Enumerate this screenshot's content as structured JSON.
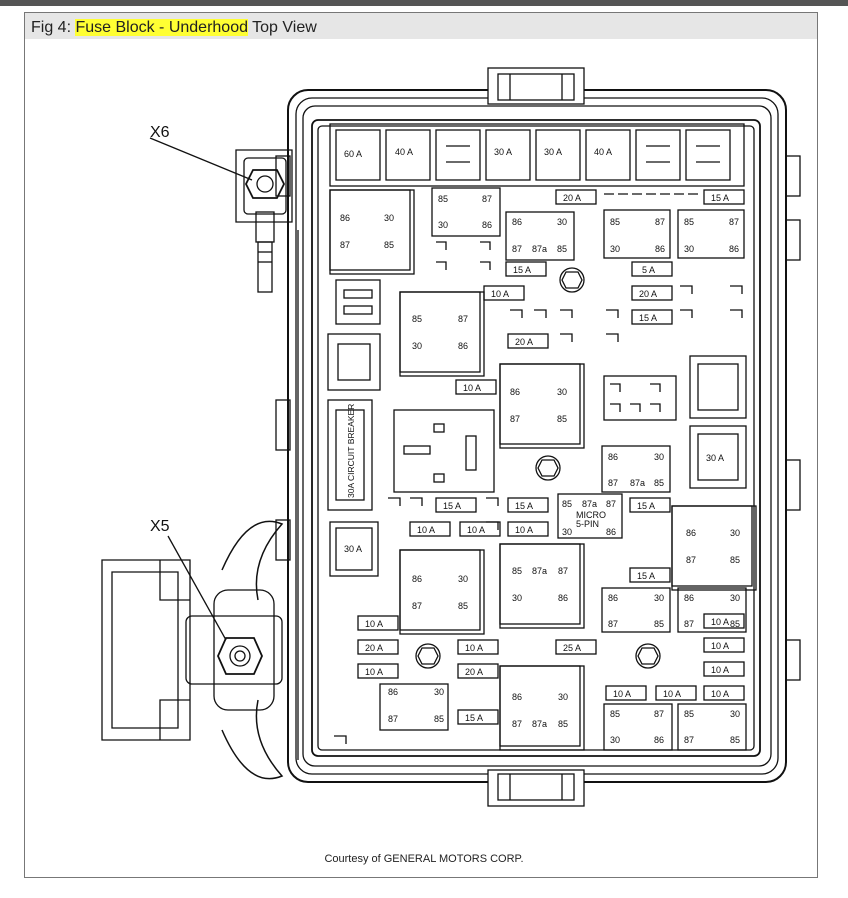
{
  "figure": {
    "prefix": "Fig 4: ",
    "highlight": "Fuse Block - Underhood",
    "suffix": " Top View",
    "highlight_color": "#ffff33"
  },
  "callouts": {
    "x6": "X6",
    "x5": "X5"
  },
  "credit": "Courtesy of GENERAL MOTORS CORP.",
  "maxi_fuses": [
    "60 A",
    "40 A",
    "",
    "30 A",
    "30 A",
    "40 A",
    "",
    ""
  ],
  "fuses": {
    "f20a_top": "20 A",
    "f15a_top": "15 A",
    "f15a_mid": "15 A",
    "f5a": "5 A",
    "f10a_a": "10 A",
    "f20a_b": "20 A",
    "f15a_b": "15 A",
    "f20a_c": "20 A",
    "f10a_b": "10 A",
    "f15a_c": "15 A",
    "f15a_d": "15 A",
    "f15a_e": "15 A",
    "f10a_c": "10 A",
    "f10a_d": "10 A",
    "f10a_e": "10 A",
    "f15a_f": "15 A",
    "f10a_f": "10 A",
    "f20a_d": "20 A",
    "f10a_g": "10 A",
    "f10a_h": "10 A",
    "f20a_e": "20 A",
    "f25a": "25 A",
    "f15a_g": "15 A",
    "f10a_i": "10 A",
    "f10a_j": "10 A",
    "f10a_k": "10 A",
    "f10a_l": "10 A",
    "f10a_m": "10 A",
    "f10a_n": "10 A",
    "f30a_right": "30 A",
    "f30a_left": "30 A"
  },
  "breaker": "30A CIRCUIT BREAKER",
  "micro_relay": {
    "pins": [
      "85",
      "87a",
      "87",
      "30",
      "86"
    ],
    "label1": "MICRO",
    "label2": "5-PIN"
  },
  "relay_pins": {
    "p85": "85",
    "p86": "86",
    "p87": "87",
    "p30": "30",
    "p87a": "87a"
  }
}
